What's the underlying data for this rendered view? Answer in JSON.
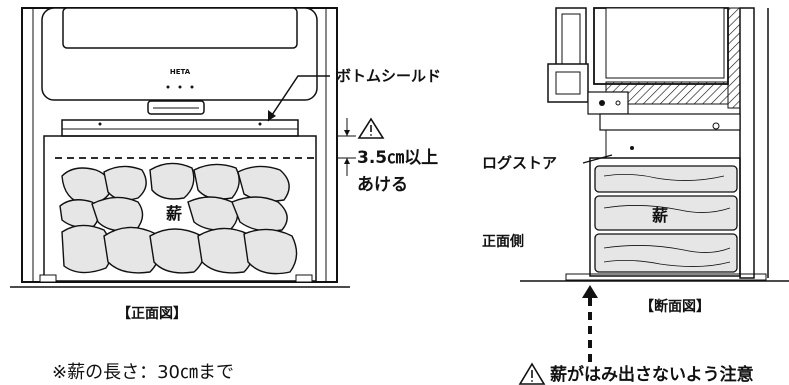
{
  "front": {
    "brand": "HETA",
    "bottom_shield_label": "ボトムシールド",
    "gap_value": "3.5㎝以上",
    "gap_action": "あける",
    "wood_label": "薪",
    "view_title": "【正面図】",
    "note": "※薪の長さ：30㎝まで"
  },
  "side": {
    "log_store_label": "ログストア",
    "front_side_label": "正面側",
    "wood_label": "薪",
    "view_title": "【断面図】",
    "caution_text": "薪がはみ出さないよう注意"
  },
  "icons": [
    "warning-triangle-icon",
    "arrow-icon"
  ],
  "colors": {
    "line": "#111111",
    "log_fill": "#e6e6e6",
    "window": "#ffffff"
  }
}
